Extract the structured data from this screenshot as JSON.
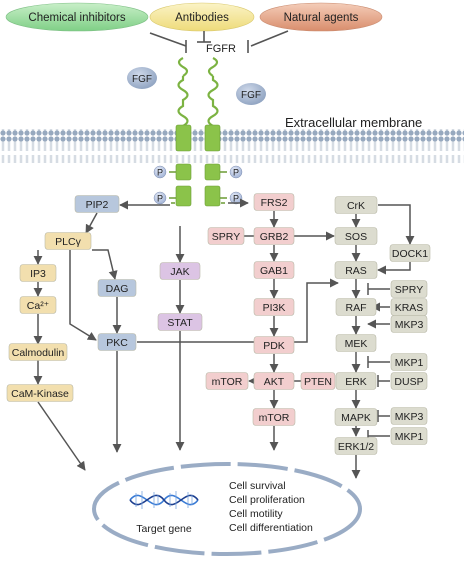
{
  "inhibitors": {
    "chemical": "Chemical inhibitors",
    "antibodies": "Antibodies",
    "natural": "Natural agents"
  },
  "receptor": {
    "name": "FGFR",
    "ligand_left": "FGF",
    "ligand_right": "FGF",
    "phospho": "P"
  },
  "membrane_label": "Extracellular membrane",
  "nodes": {
    "pip2": "PIP2",
    "plcg": "PLCγ",
    "ip3": "IP3",
    "ca": "Ca²⁺",
    "calmodulin": "Calmodulin",
    "camk": "CaM-Kinase",
    "dag": "DAG",
    "pkc": "PKC",
    "jak": "JAK",
    "stat": "STAT",
    "frs2": "FRS2",
    "spry1": "SPRY",
    "grb2": "GRB2",
    "gab1": "GAB1",
    "pi3k": "PI3K",
    "pdk": "PDK",
    "mtor_left": "mTOR",
    "akt": "AKT",
    "pten": "PTEN",
    "mtor_bottom": "mTOR",
    "crk": "CrK",
    "sos": "SOS",
    "dock1": "DOCK1",
    "ras": "RAS",
    "spry2": "SPRY",
    "raf": "RAF",
    "kras": "KRAS",
    "mkp3a": "MKP3",
    "mek": "MEK",
    "mkp1a": "MKP1",
    "erk": "ERK",
    "dusp": "DUSP",
    "mapk": "MAPK",
    "mkp3b": "MKP3",
    "erk12": "ERK1/2",
    "mkp1b": "MKP1"
  },
  "nucleus": {
    "target_gene": "Target gene",
    "outcomes": [
      "Cell survival",
      "Cell proliferation",
      "Cell motility",
      "Cell differentiation"
    ]
  },
  "colors": {
    "yellow": "#f2dfae",
    "blue": "#b7c7dd",
    "purple": "#dcc4e4",
    "pink": "#f2cece",
    "gray": "#dcdccf",
    "green_oval": "#9fd9a0",
    "yellow_oval": "#f2e59c",
    "salmon_oval": "#e7a98d",
    "receptor_green": "#8bc34a",
    "arrow": "#555555"
  }
}
